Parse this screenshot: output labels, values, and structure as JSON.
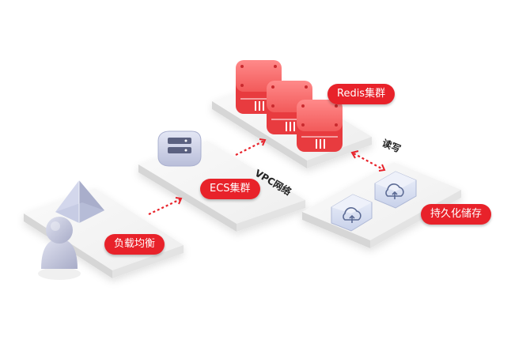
{
  "labels": {
    "load_balancer": "负载均衡",
    "ecs_cluster": "ECS集群",
    "redis_cluster": "Redis集群",
    "persistent_storage": "持久化储存",
    "vpc_network": "VPC网络",
    "read_write": "读写"
  },
  "colors": {
    "accent_red": "#e8222a",
    "platform_top": "#f4f4f4",
    "platform_side": "#d9d9d9",
    "server_blue": "#c9cde6",
    "storage_blue": "#d4dcee",
    "person": "#c5c8de"
  },
  "icons": [
    "user-icon",
    "pyramid-icon",
    "server-icon",
    "redis-cube-icon",
    "cloud-storage-icon"
  ]
}
